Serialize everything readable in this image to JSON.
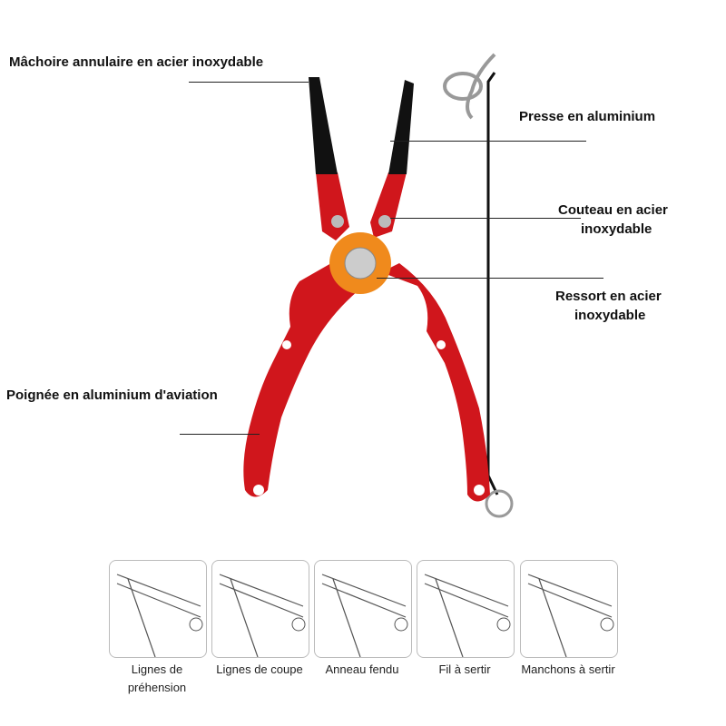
{
  "callouts": {
    "jaw": "Mâchoire annulaire en acier inoxydable",
    "press": "Presse en aluminium",
    "knife_line1": "Couteau en acier",
    "knife_line2": "inoxydable",
    "spring_line1": "Ressort en acier",
    "spring_line2": "inoxydable",
    "handle": "Poignée en aluminium d'aviation"
  },
  "uses": [
    {
      "line1": "Lignes de",
      "line2": "préhension"
    },
    {
      "line1": "Lignes de coupe"
    },
    {
      "line1": "Anneau fendu"
    },
    {
      "line1": "Fil à sertir"
    },
    {
      "line1": "Manchons à sertir"
    }
  ],
  "colors": {
    "handle": "#d0161c",
    "jaw": "#111111",
    "pivot": "#f08a1c"
  }
}
